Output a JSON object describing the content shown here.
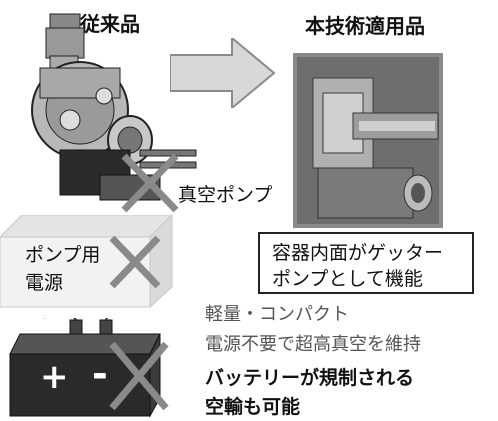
{
  "headings": {
    "conventional": "従来品",
    "applied": "本技術適用品"
  },
  "callouts": {
    "vacuum_pump": "真空ポンプ",
    "getter": [
      "容器内面がゲッター",
      "ポンプとして機能"
    ]
  },
  "power_supply": [
    "ポンプ用",
    "電源"
  ],
  "battery": {
    "plus": "+",
    "minus": "-"
  },
  "benefits": [
    "軽量・コンパクト",
    "電源不要で超高真空を維持"
  ],
  "benefits_bold": [
    "バッテリーが規制される",
    "空輸も可能"
  ]
}
